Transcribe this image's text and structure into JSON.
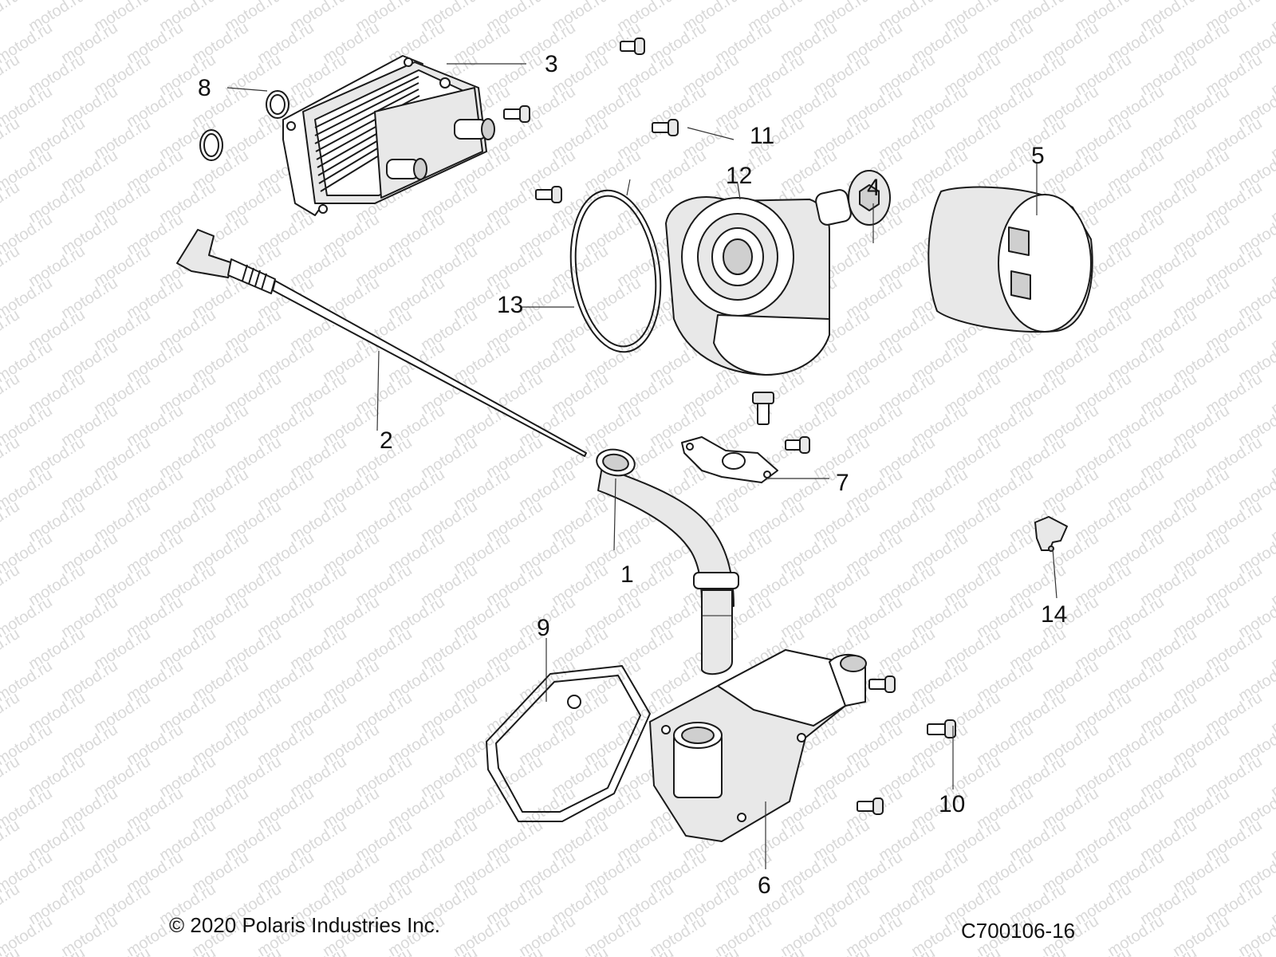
{
  "watermark": "motod.ru",
  "footer": {
    "copyright": "© 2020 Polaris Industries Inc.",
    "figure_id": "C700106-16"
  },
  "callouts": [
    {
      "id": "1",
      "label": "1"
    },
    {
      "id": "2",
      "label": "2"
    },
    {
      "id": "3",
      "label": "3"
    },
    {
      "id": "4",
      "label": "4"
    },
    {
      "id": "5",
      "label": "5"
    },
    {
      "id": "6",
      "label": "6"
    },
    {
      "id": "7",
      "label": "7"
    },
    {
      "id": "8",
      "label": "8"
    },
    {
      "id": "9",
      "label": "9"
    },
    {
      "id": "10",
      "label": "10"
    },
    {
      "id": "11",
      "label": "11"
    },
    {
      "id": "12",
      "label": "12"
    },
    {
      "id": "13",
      "label": "13"
    },
    {
      "id": "14",
      "label": "14"
    }
  ]
}
